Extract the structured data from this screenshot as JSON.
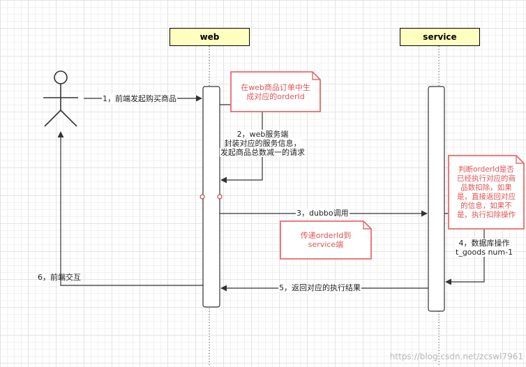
{
  "lifelines": {
    "web": "web",
    "service": "service"
  },
  "messages": {
    "m1": "1，前端发起购买商品",
    "m2_line1": "2，web服务端",
    "m2_line2": "封装对应的服务信息，",
    "m2_line3": "发起商品总数减一的请求",
    "m3": "3，dubbo调用",
    "m4_line1": "4，数据库操作",
    "m4_line2": "t_goods num-1",
    "m5": "5，返回对应的执行结果",
    "m6": "6，前端交互"
  },
  "notes": {
    "n1_line1": "在web商品订单中生",
    "n1_line2": "成对应的orderId",
    "n2_line1": "传递orderId到",
    "n2_line2": "service端",
    "n3_line1": "判断orderId是否",
    "n3_line2": "已经执行对应的商",
    "n3_line3": "品数扣除，如果",
    "n3_line4": "是，直接返回对应",
    "n3_line5": "的信息，如果不",
    "n3_line6": "是，执行扣除操作"
  },
  "watermark": "https://blog.csdn.net/zcswl7961",
  "colors": {
    "note_border": "#e86a6a",
    "lifeline_head": "#ffffc0",
    "arrow": "#333333"
  }
}
